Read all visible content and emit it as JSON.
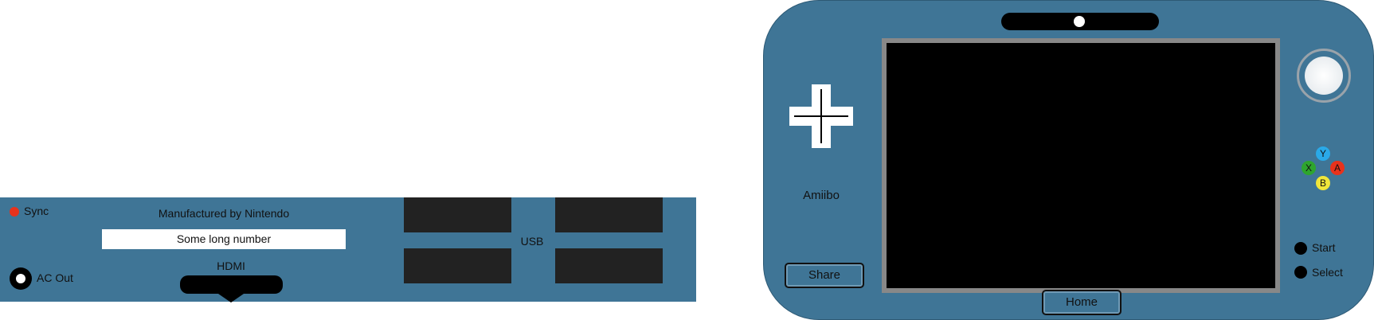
{
  "console": {
    "sync_label": "Sync",
    "ac_label": "AC Out",
    "manufacturer": "Manufactured by Nintendo",
    "serial": "Some long number",
    "hdmi_label": "HDMI",
    "usb_label": "USB"
  },
  "gamepad": {
    "amiibo_label": "Amiibo",
    "share_label": "Share",
    "home_label": "Home",
    "start_label": "Start",
    "select_label": "Select",
    "buttons": {
      "y": "Y",
      "x": "X",
      "a": "A",
      "b": "B"
    }
  },
  "colors": {
    "body": "#3f7596",
    "sync_led": "#e8321c",
    "button_y": "#2aa9e8",
    "button_x": "#2ea52e",
    "button_a": "#e8321c",
    "button_b": "#f0e63a"
  }
}
